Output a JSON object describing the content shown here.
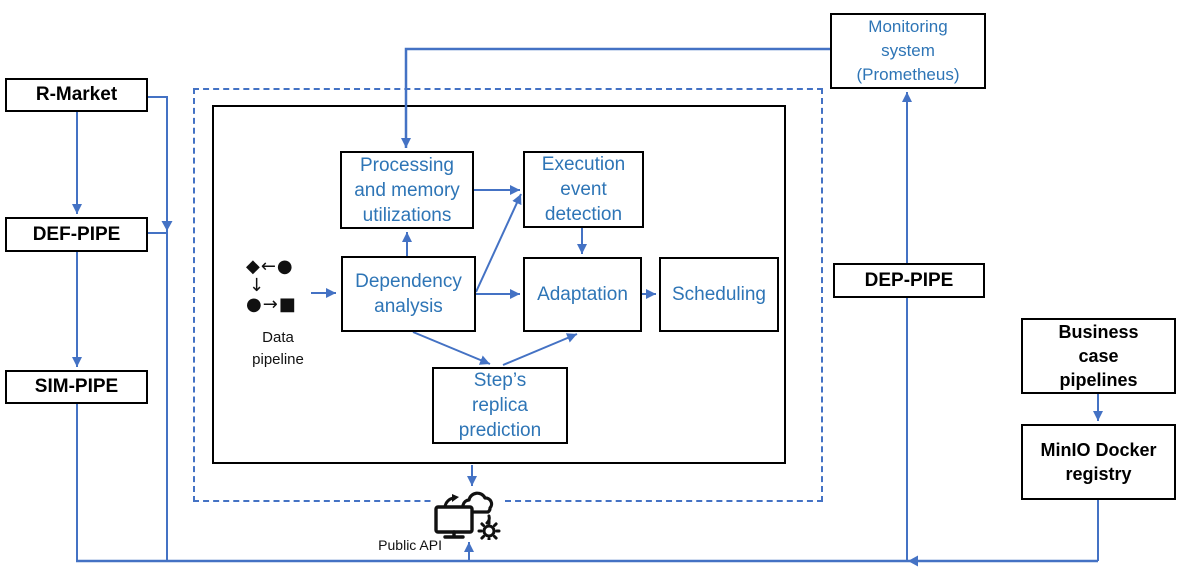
{
  "colors": {
    "line": "#4472C4",
    "blue_text": "#2E75B6",
    "black_text": "#000000"
  },
  "nodes": {
    "r_market": "R-Market",
    "def_pipe": "DEF-PIPE",
    "sim_pipe": "SIM-PIPE",
    "dep_pipe": "DEP-PIPE",
    "monitoring": "Monitoring\nsystem\n(Prometheus)",
    "business": "Business\ncase\npipelines",
    "minio": "MinIO Docker\nregistry",
    "processing": "Processing\nand memory\nutilizations",
    "execution": "Execution\nevent\ndetection",
    "dependency": "Dependency\nanalysis",
    "adaptation": "Adaptation",
    "scheduling": "Scheduling",
    "steps_replica": "Step’s\nreplica\nprediction",
    "data_pipeline": "Data\npipeline",
    "public_api": "Public API"
  },
  "data_pipeline_icon": {
    "row1": "◆←●",
    "row2": "↓",
    "row3": "●→■"
  }
}
